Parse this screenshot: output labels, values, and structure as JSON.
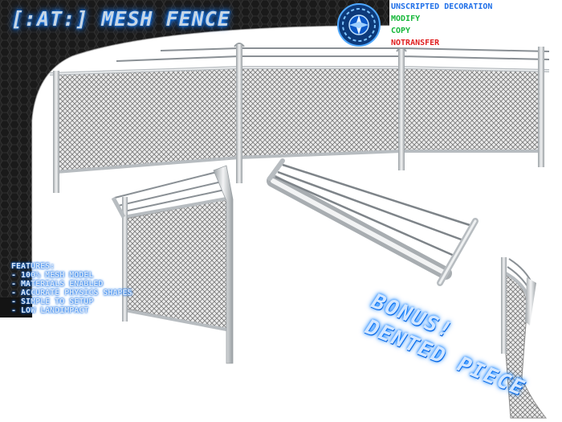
{
  "header": {
    "title": "[:AT:] MESH FENCE"
  },
  "permissions": {
    "type": "UNSCRIPTED DECORATION",
    "modify": "MODIFY",
    "copy": "COPY",
    "transfer": "NOTRANSFER"
  },
  "features": {
    "heading": "FEATURES:",
    "items": [
      "- 100% MESH MODEL",
      "- MATERIALS ENABLED",
      "- ACCURATE PHYSICS SHAPES",
      "- SIMPLE TO SETUP",
      "- LOW LANDIMPACT"
    ]
  },
  "bonus": {
    "line1": "BONUS!",
    "line2": "DENTED PIECE"
  },
  "colors": {
    "title_glow": "#1b84ff",
    "type_text": "#1f6fe8",
    "allowed_text": "#17b83b",
    "denied_text": "#e02020",
    "panel_dark": "#1c1c1c",
    "metal": "#cfd3d6"
  },
  "icons": {
    "logo": "gear-compass-emblem"
  }
}
